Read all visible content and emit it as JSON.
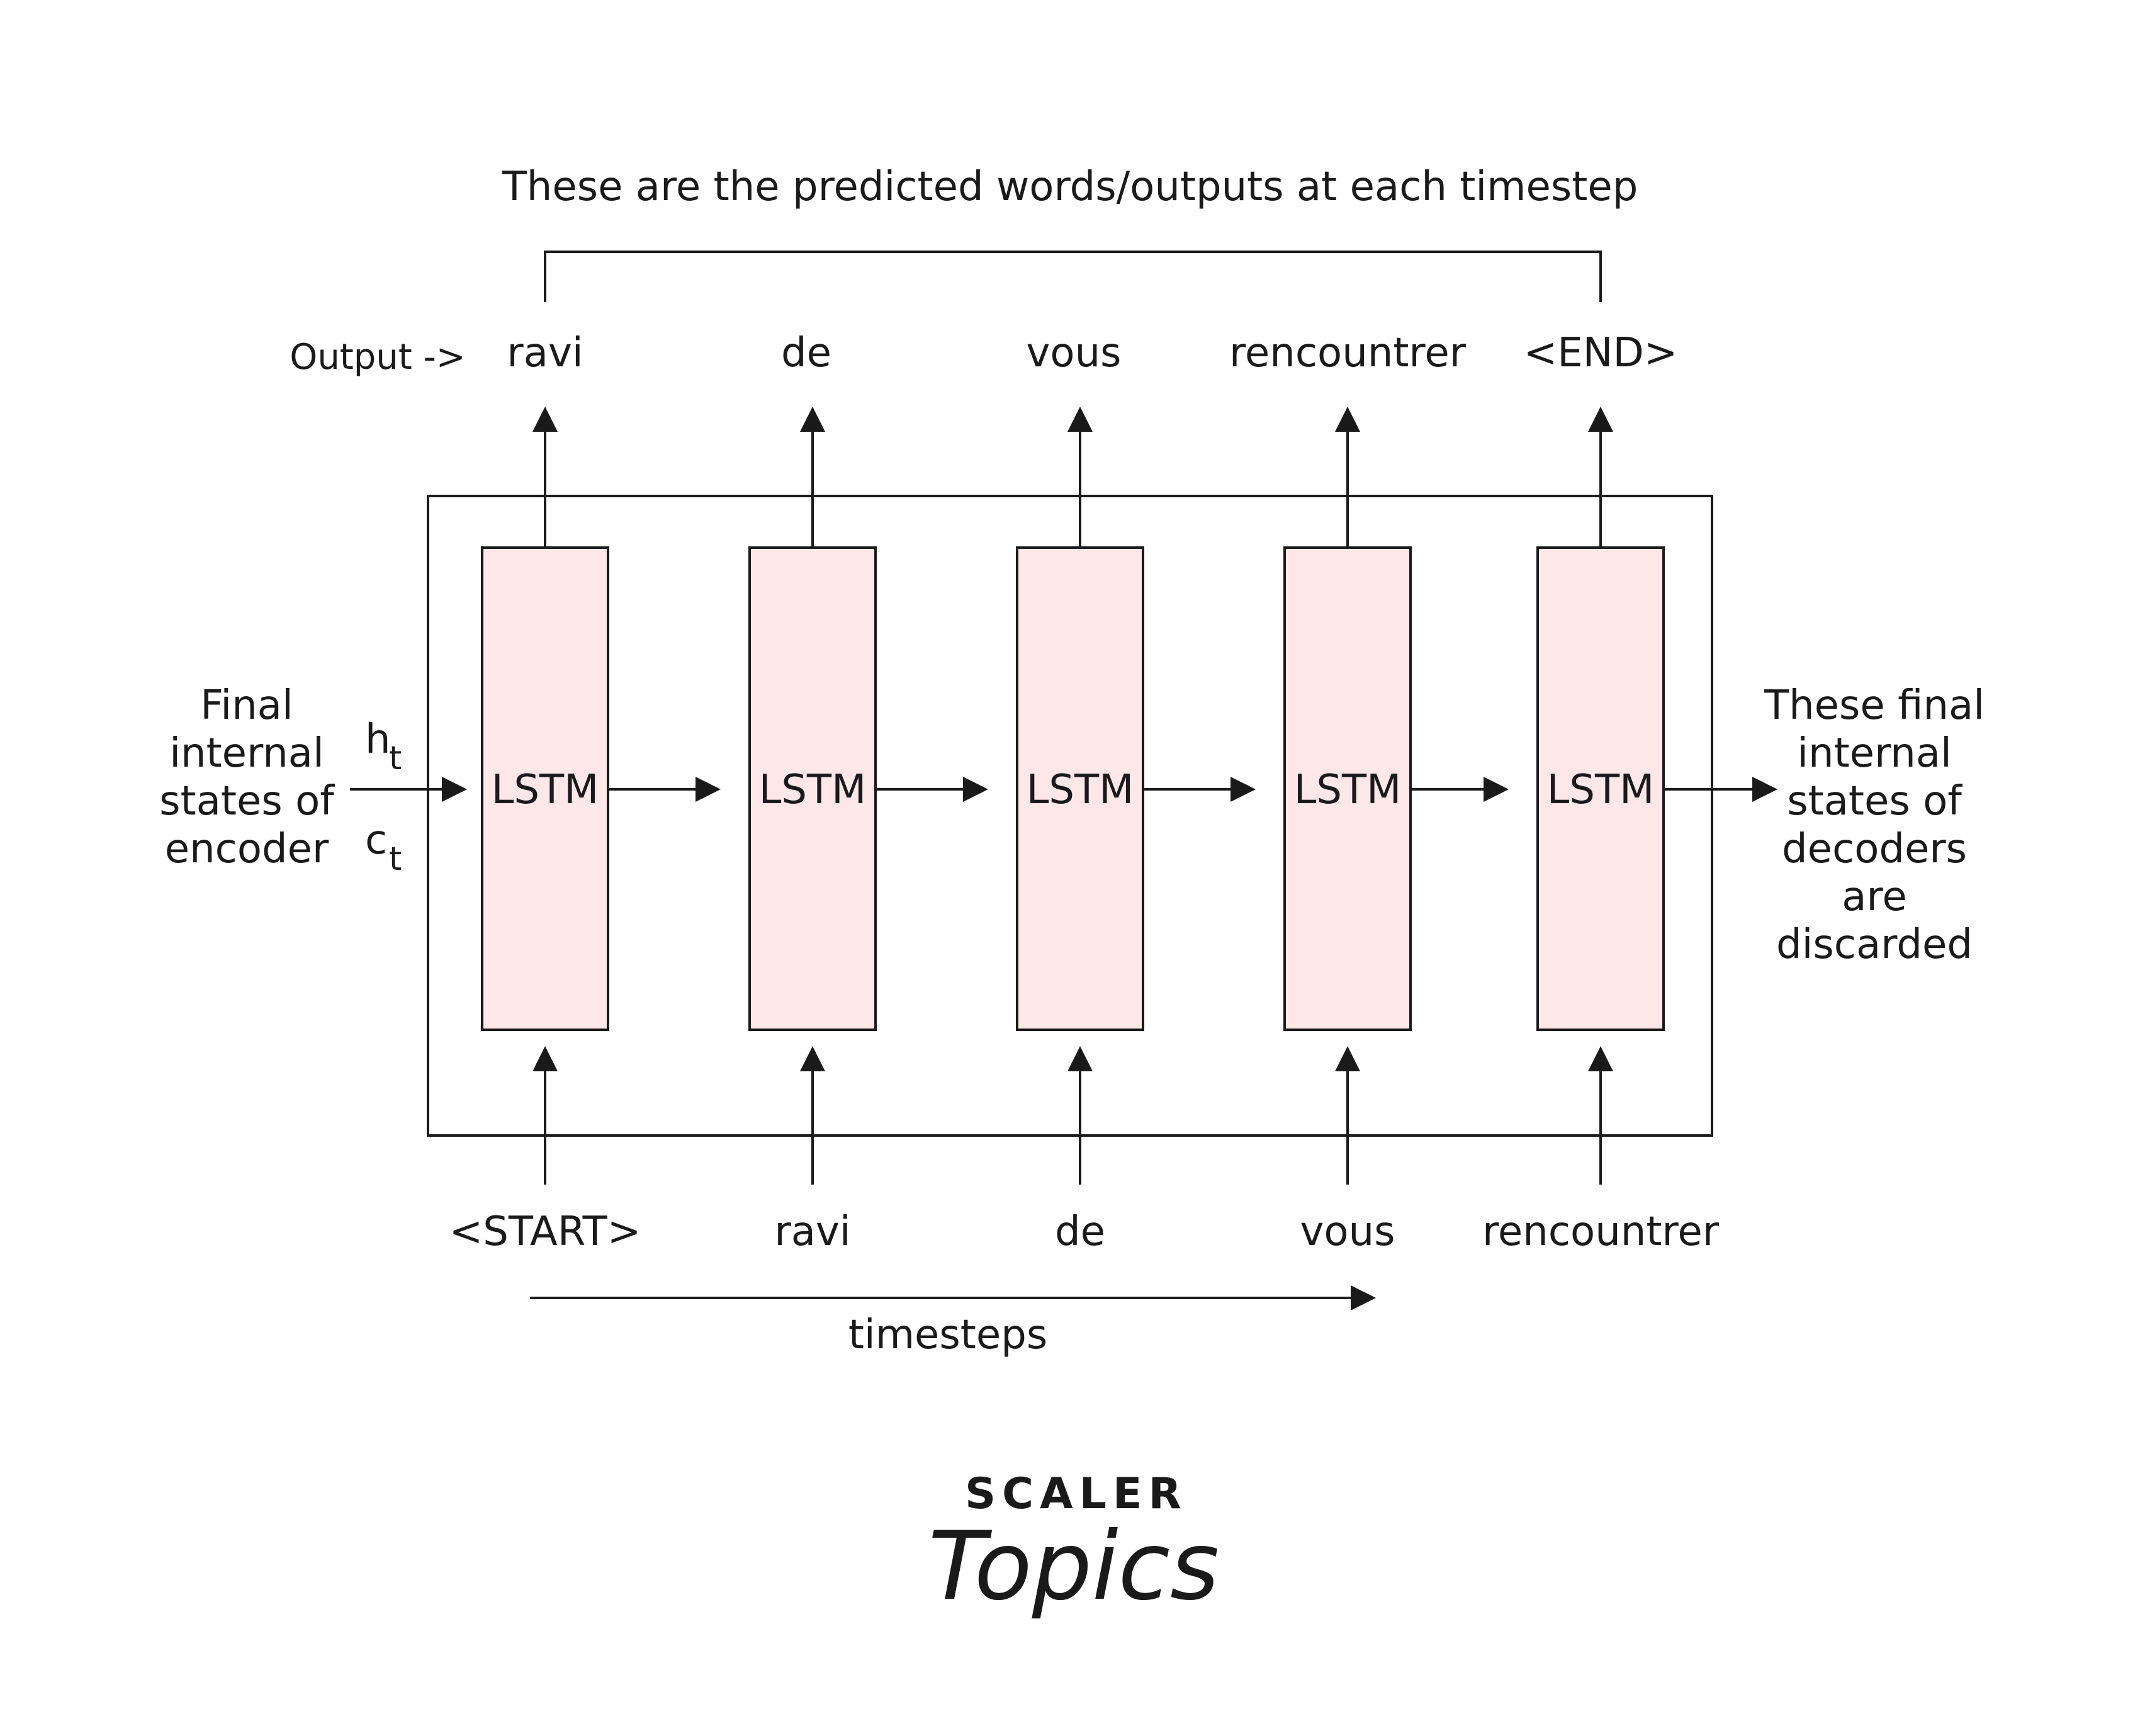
{
  "header": {
    "title": "These are the predicted words/outputs at each timestep",
    "output_label": "Output ->"
  },
  "left_note": {
    "lines": [
      "Final",
      "internal",
      "states of",
      "encoder"
    ],
    "h_symbol": "h",
    "c_symbol": "c",
    "subscript": "t"
  },
  "right_note": {
    "lines": [
      "These final",
      "internal",
      "states of",
      "decoders",
      "are",
      "discarded"
    ]
  },
  "cells": [
    {
      "label": "LSTM",
      "output": "ravi",
      "input": "<START>"
    },
    {
      "label": "LSTM",
      "output": "de",
      "input": "ravi"
    },
    {
      "label": "LSTM",
      "output": "vous",
      "input": "de"
    },
    {
      "label": "LSTM",
      "output": "rencountrer",
      "input": "vous"
    },
    {
      "label": "LSTM",
      "output": "<END>",
      "input": "rencountrer"
    }
  ],
  "timesteps_label": "timesteps",
  "logo": {
    "top": "SCALER",
    "bottom": "Topics",
    "top_color": "#0f1a3c",
    "bottom_color": "#c2185b"
  },
  "colors": {
    "cell_fill": "#fde7e9",
    "line": "#1a1a1a"
  }
}
